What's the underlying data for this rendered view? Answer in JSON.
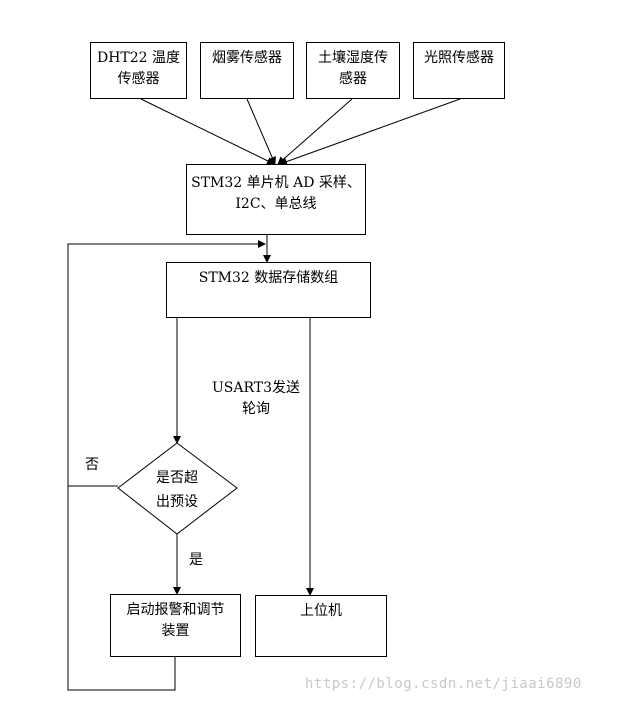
{
  "sensors": [
    {
      "label": "DHT22 温度\n传感器"
    },
    {
      "label": "烟雾传感器"
    },
    {
      "label": "土壤湿度传\n感器"
    },
    {
      "label": "光照传感器"
    }
  ],
  "mcu_box": {
    "label": "STM32 单片机 AD 采样、\nI2C、单总线"
  },
  "storage_box": {
    "label": "STM32 数据存储数组"
  },
  "usart_label": "USART3发送\n轮询",
  "decision": {
    "label": "是否超\n出预设"
  },
  "no_label": "否",
  "yes_label": "是",
  "alarm_box": {
    "label": "启动报警和调节\n装置"
  },
  "host_box": {
    "label": "上位机"
  },
  "watermark": "https://blog.csdn.net/jiaai6890"
}
